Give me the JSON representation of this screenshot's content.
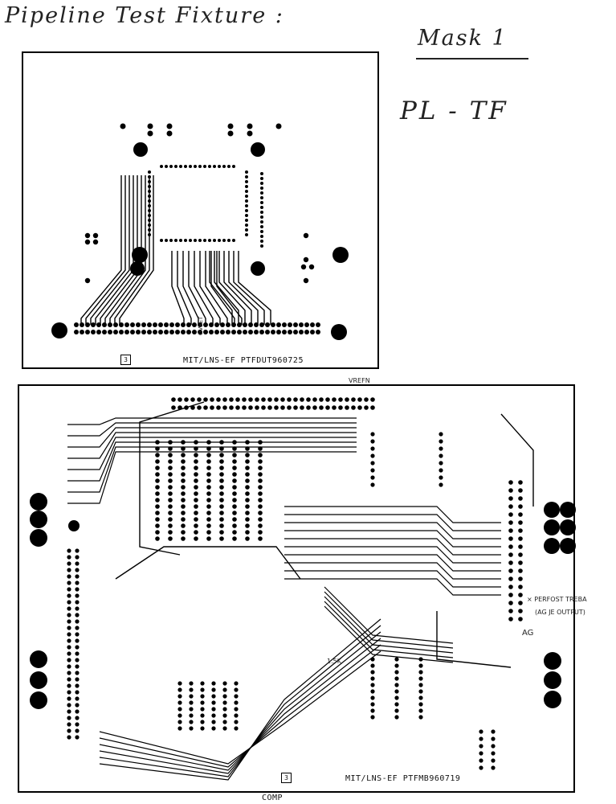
{
  "header": {
    "title": "Pipeline Test Fixture :",
    "mask_label": "Mask 1",
    "code_label": "PL - TF"
  },
  "boards": {
    "top": {
      "caption": "MIT/LNS-EF PTFDUT960725",
      "box_number": "3",
      "side_note": "OVSET"
    },
    "bottom": {
      "caption": "MIT/LNS-EF PTFMB960719",
      "box_number": "3",
      "footer": "COMP"
    }
  },
  "annotations": {
    "vrefn": "VREFN",
    "perf_note": "× PERFOST TREBA",
    "ag_output": "(AG JE OUTPUT)",
    "ag": "AG",
    "resistor": "1.5K"
  },
  "colors": {
    "ink": "#000000",
    "paper": "#ffffff",
    "pencil": "#222222"
  }
}
